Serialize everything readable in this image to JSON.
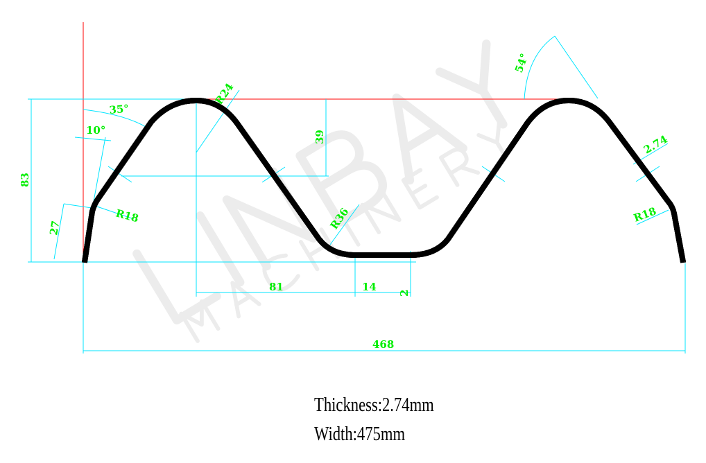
{
  "drawing": {
    "dimensions": {
      "total_height": "83",
      "crest_depth": "39",
      "lip_height": "27",
      "crest_to_valley": "81",
      "valley_flat": "14",
      "valley_offset": "2",
      "overall_width": "468",
      "thickness_dim": "2.74"
    },
    "radii": {
      "crest": "R24",
      "valley": "R36",
      "left_lip": "R18",
      "right_lip": "R18"
    },
    "angles": {
      "left_flank": "35°",
      "lip": "10°",
      "right_flank": "54°"
    },
    "watermark": {
      "brand": "LINBAY",
      "sub": "MACHINERY"
    }
  },
  "specs": {
    "thickness": "Thickness:2.74mm",
    "width": "Width:475mm"
  },
  "colors": {
    "dimension_text": "#00ee00",
    "dimension_line": "#00e5ff",
    "reference_line": "#ff0000",
    "profile": "#000000"
  }
}
